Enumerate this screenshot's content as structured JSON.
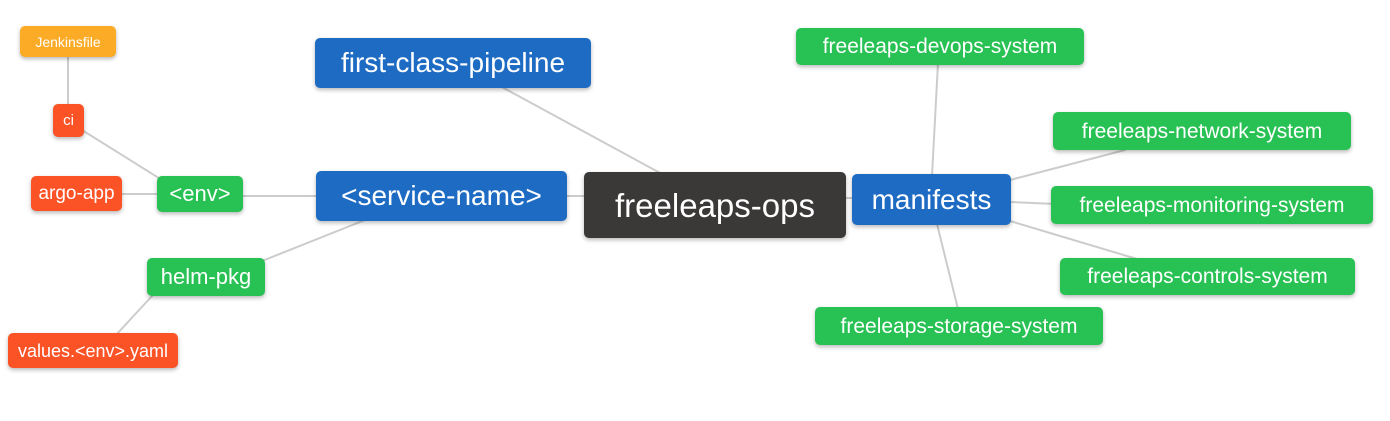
{
  "diagram": {
    "type": "mindmap",
    "title": "freeleaps-ops repository structure",
    "root": "freeleaps_ops",
    "hierarchy": {
      "freeleaps_ops": [
        "service_name",
        "manifests"
      ],
      "service_name": [
        "first_class_pipeline",
        "env",
        "helm_pkg"
      ],
      "env": [
        "ci",
        "argo_app"
      ],
      "ci": [
        "jenkinsfile"
      ],
      "helm_pkg": [
        "values_env_yaml"
      ],
      "manifests": [
        "devops_system",
        "network_system",
        "monitoring_system",
        "controls_system",
        "storage_system"
      ]
    }
  },
  "nodes": {
    "jenkinsfile": {
      "label": "Jenkinsfile",
      "color": "orange"
    },
    "ci": {
      "label": "ci",
      "color": "red"
    },
    "argo_app": {
      "label": "argo-app",
      "color": "red"
    },
    "env": {
      "label": "<env>",
      "color": "green"
    },
    "helm_pkg": {
      "label": "helm-pkg",
      "color": "green"
    },
    "values_env_yaml": {
      "label": "values.<env>.yaml",
      "color": "red"
    },
    "first_class_pipeline": {
      "label": "first-class-pipeline",
      "color": "blue"
    },
    "service_name": {
      "label": "<service-name>",
      "color": "blue"
    },
    "freeleaps_ops": {
      "label": "freeleaps-ops",
      "color": "dark"
    },
    "manifests": {
      "label": "manifests",
      "color": "blue"
    },
    "devops_system": {
      "label": "freeleaps-devops-system",
      "color": "green"
    },
    "network_system": {
      "label": "freeleaps-network-system",
      "color": "green"
    },
    "monitoring_system": {
      "label": "freeleaps-monitoring-system",
      "color": "green"
    },
    "controls_system": {
      "label": "freeleaps-controls-system",
      "color": "green"
    },
    "storage_system": {
      "label": "freeleaps-storage-system",
      "color": "green"
    }
  },
  "edges": [
    [
      "jenkinsfile",
      "ci"
    ],
    [
      "ci",
      "env"
    ],
    [
      "argo_app",
      "env"
    ],
    [
      "env",
      "service_name"
    ],
    [
      "helm_pkg",
      "service_name"
    ],
    [
      "values_env_yaml",
      "helm_pkg"
    ],
    [
      "first_class_pipeline",
      "freeleaps_ops"
    ],
    [
      "service_name",
      "freeleaps_ops"
    ],
    [
      "freeleaps_ops",
      "manifests"
    ],
    [
      "manifests",
      "devops_system"
    ],
    [
      "manifests",
      "network_system"
    ],
    [
      "manifests",
      "monitoring_system"
    ],
    [
      "manifests",
      "controls_system"
    ],
    [
      "manifests",
      "storage_system"
    ]
  ],
  "palette": {
    "blue": "#1e6bc4",
    "green": "#28c153",
    "red": "#fb5226",
    "orange": "#fbab26",
    "dark": "#3b3838",
    "edge": "#cccccc",
    "text": "#ffffff",
    "background": "#ffffff"
  }
}
